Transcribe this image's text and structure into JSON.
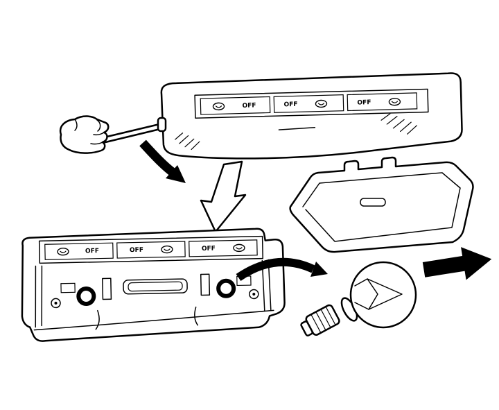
{
  "colors": {
    "ink": "#000000",
    "paper": "#ffffff"
  },
  "consoles": {
    "top": {
      "switches": [
        {
          "icon": "lamp-icon",
          "label": "OFF",
          "icon_side": "left"
        },
        {
          "icon": "lamp-icon",
          "label": "OFF",
          "icon_side": "right"
        },
        {
          "icon": "lamp-icon",
          "label": "OFF",
          "icon_side": "right"
        }
      ]
    },
    "bottom": {
      "switches": [
        {
          "icon": "lamp-icon",
          "label": "OFF",
          "icon_side": "left"
        },
        {
          "icon": "lamp-icon",
          "label": "OFF",
          "icon_side": "right"
        },
        {
          "icon": "lamp-icon",
          "label": "OFF",
          "icon_side": "right"
        }
      ]
    }
  }
}
